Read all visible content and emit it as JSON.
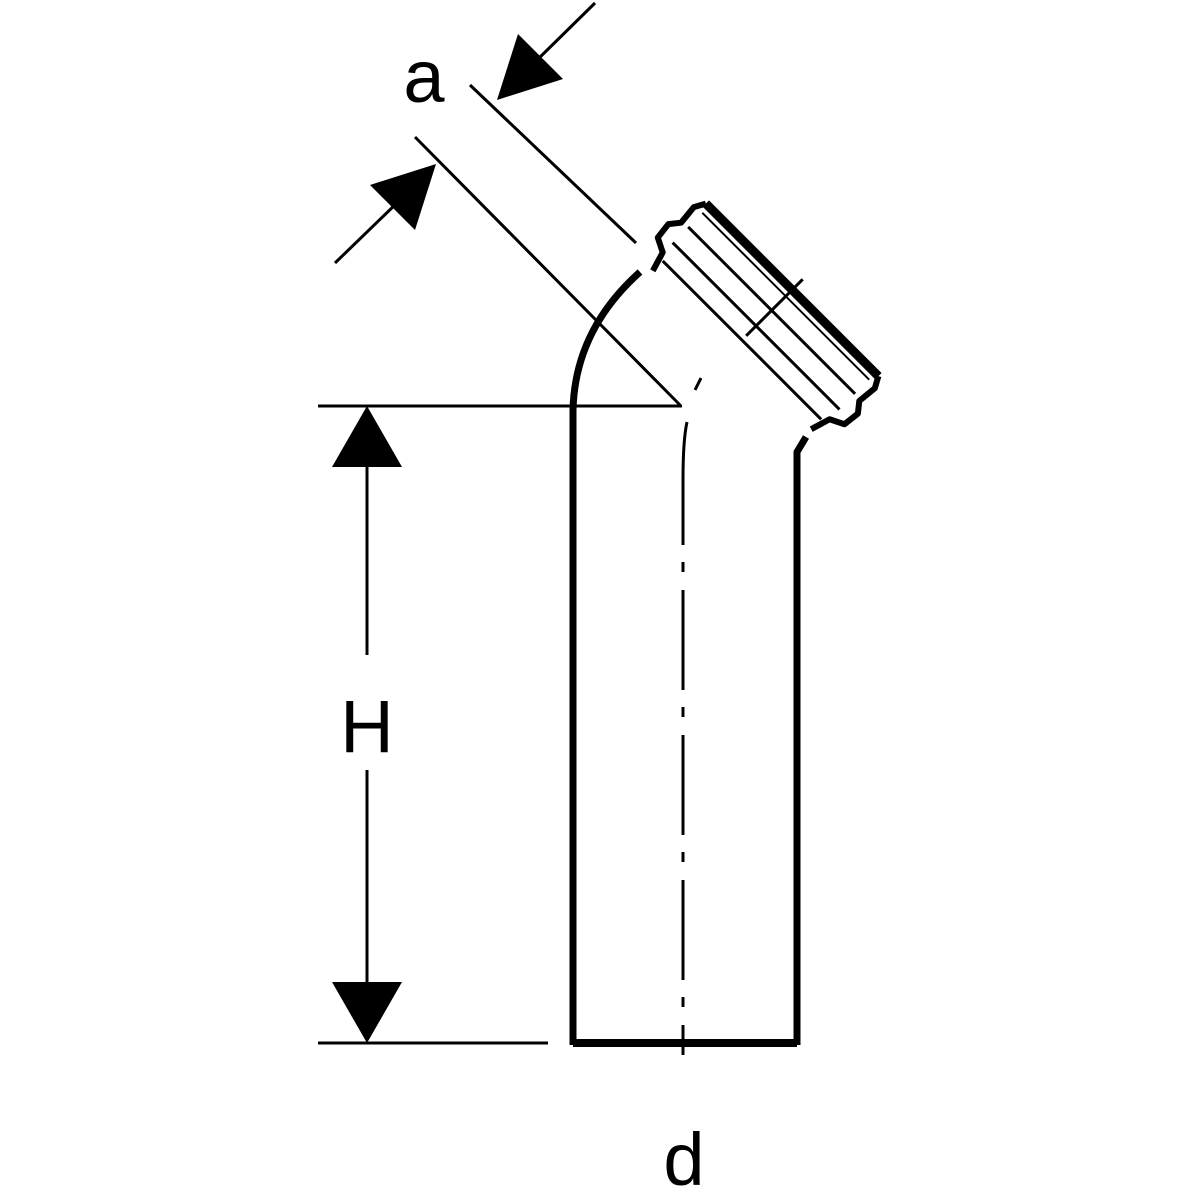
{
  "labels": {
    "a": "a",
    "H": "H",
    "d": "d"
  },
  "colors": {
    "line": "#000000",
    "background": "#ffffff"
  }
}
